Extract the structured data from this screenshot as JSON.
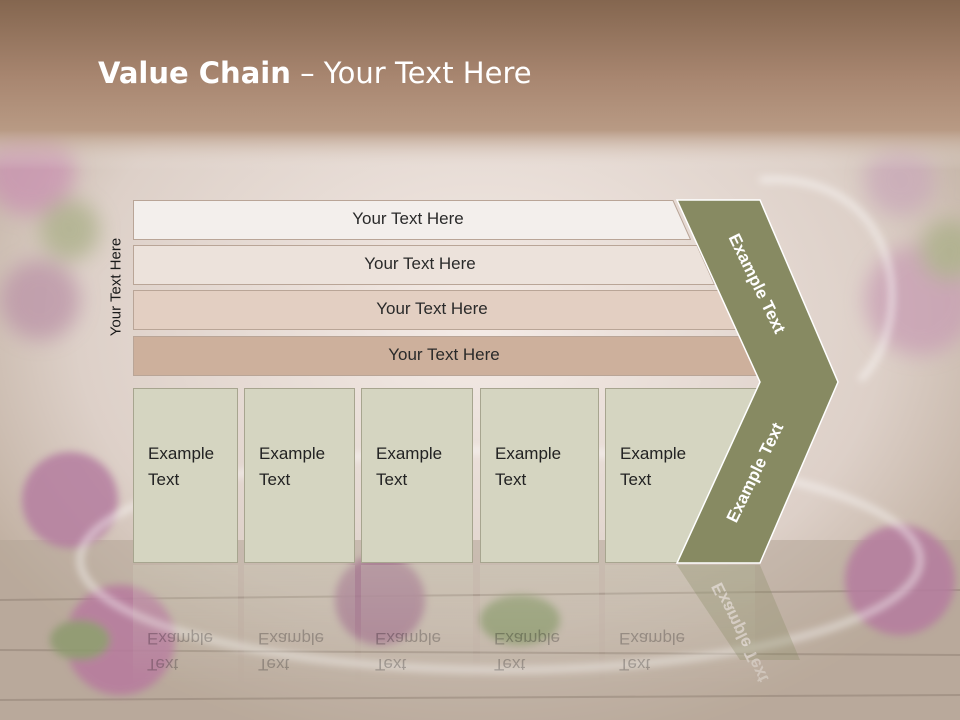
{
  "title": {
    "bold": "Value Chain",
    "rest": " – Your Text Here"
  },
  "side_label": "Your Text Here",
  "rows": [
    {
      "label": "Your Text Here",
      "fill": "#f3efec"
    },
    {
      "label": "Your Text Here",
      "fill": "#ece2db"
    },
    {
      "label": "Your Text Here",
      "fill": "#e3cfc2"
    },
    {
      "label": "Your Text Here",
      "fill": "#cdb09c"
    }
  ],
  "boxes": [
    {
      "line1": "Example",
      "line2": "Text"
    },
    {
      "line1": "Example",
      "line2": "Text"
    },
    {
      "line1": "Example",
      "line2": "Text"
    },
    {
      "line1": "Example",
      "line2": "Text"
    },
    {
      "line1": "Example",
      "line2": "Text"
    }
  ],
  "chevron": {
    "upper_label": "Example Text",
    "lower_label": "Example Text",
    "fill": "#878a62"
  },
  "colors": {
    "header": "#9b7a62",
    "accent": "#878a62",
    "box_fill": "#d5d5c1"
  }
}
